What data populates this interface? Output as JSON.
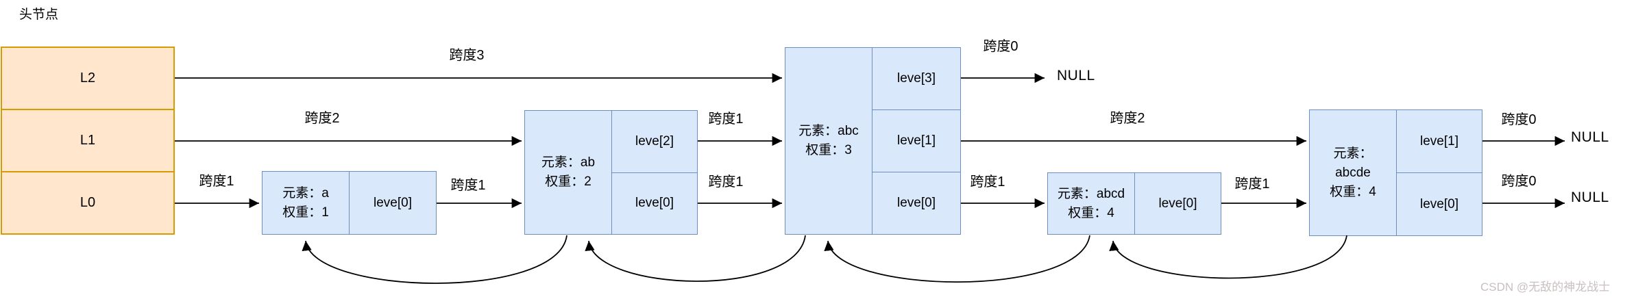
{
  "title": "头节点",
  "watermark": "CSDN @无敌的神龙战士",
  "colors": {
    "head_fill": "#ffe6cc",
    "head_border": "#d79b00",
    "node_fill": "#dae8fc",
    "node_border": "#6c8ebf",
    "arrow": "#000000",
    "watermark_text": "#c9bfbf"
  },
  "head": {
    "levels": [
      "L2",
      "L1",
      "L0"
    ]
  },
  "nodes": [
    {
      "id": "a",
      "element_lines": [
        "元素：a",
        "权重：1"
      ],
      "levels": [
        "leve[0]"
      ]
    },
    {
      "id": "ab",
      "element_lines": [
        "元素：ab",
        "权重：2"
      ],
      "levels": [
        "leve[2]",
        "leve[0]"
      ]
    },
    {
      "id": "abc",
      "element_lines": [
        "元素：abc",
        "权重：3"
      ],
      "levels": [
        "leve[3]",
        "leve[1]",
        "leve[0]"
      ]
    },
    {
      "id": "abcd",
      "element_lines": [
        "元素：abcd",
        "权重：4"
      ],
      "levels": [
        "leve[0]"
      ]
    },
    {
      "id": "abcde",
      "element_lines": [
        "元素：",
        "abcde",
        "权重：4"
      ],
      "levels": [
        "leve[1]",
        "leve[0]"
      ]
    }
  ],
  "labels": {
    "span0": "跨度0",
    "span1": "跨度1",
    "span2": "跨度2",
    "span3": "跨度3",
    "null_text": "NULL"
  }
}
